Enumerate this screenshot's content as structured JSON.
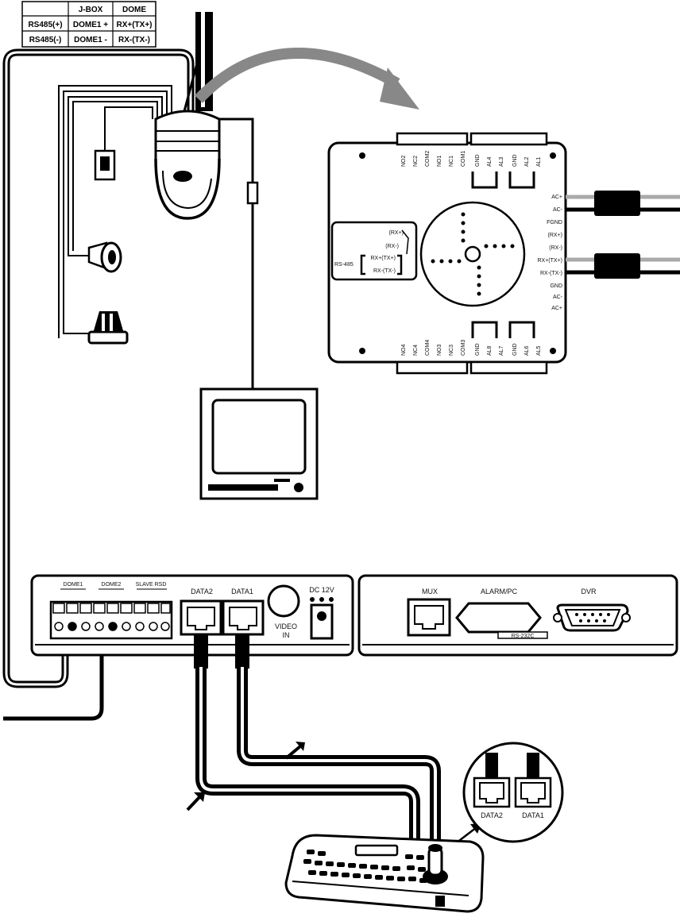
{
  "wiring_table": {
    "headers": [
      "",
      "J-BOX",
      "DOME"
    ],
    "rows": [
      [
        "RS485(+)",
        "DOME1 +",
        "RX+(TX+)"
      ],
      [
        "RS485(-)",
        "DOME1 -",
        "RX-(TX-)"
      ]
    ]
  },
  "board": {
    "top_labels": [
      "NO2",
      "NC2",
      "COM2",
      "NO1",
      "NC1",
      "COM1",
      "GND",
      "AL4",
      "AL3",
      "GND",
      "AL2",
      "AL1"
    ],
    "bottom_labels": [
      "NO4",
      "NC4",
      "COM4",
      "NO3",
      "NC3",
      "COM3",
      "GND",
      "AL8",
      "AL7",
      "GND",
      "AL6",
      "AL5"
    ],
    "right_labels": [
      "AC+",
      "AC-",
      "FGND",
      "(RX+)",
      "(RX-)",
      "RX+(TX+)",
      "RX-(TX-)",
      "GND",
      "AC-",
      "AC+"
    ],
    "rs485_box": {
      "title": "RS-485",
      "lines": [
        "(RX+)",
        "(RX-)",
        "RX+(TX+)",
        "RX-(TX-)"
      ]
    }
  },
  "jbox": {
    "group_labels": [
      "DOME1",
      "DOME2",
      "SLAVE RSD"
    ],
    "data2": "DATA2",
    "data1": "DATA1",
    "video_line1": "VIDEO",
    "video_line2": "IN",
    "dc": "DC 12V"
  },
  "rear_panel": {
    "mux": "MUX",
    "alarm": "ALARM/PC",
    "dvr": "DVR",
    "rs232": "RS-232C"
  },
  "keyboard_inset": {
    "data2": "DATA2",
    "data1": "DATA1"
  }
}
